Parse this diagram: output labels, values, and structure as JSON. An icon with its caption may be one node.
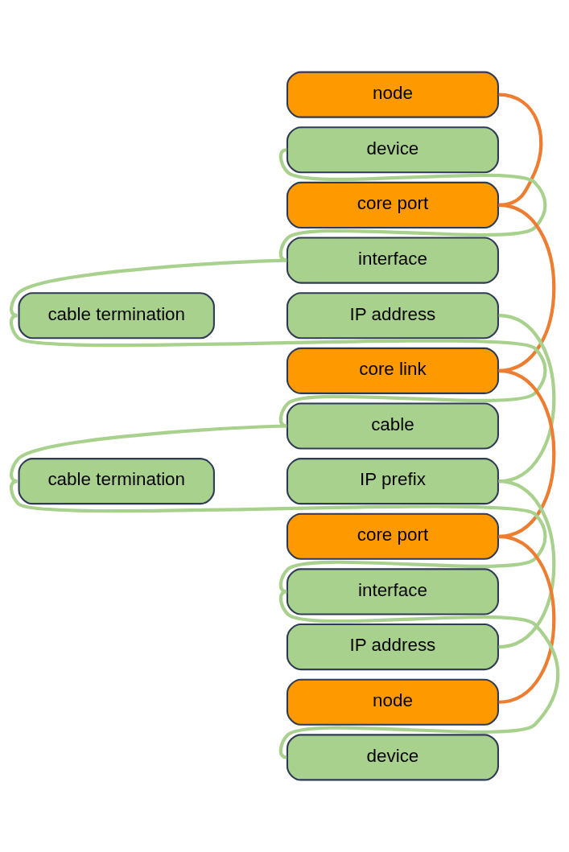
{
  "diagram": {
    "nodes": [
      {
        "text": [
          "node"
        ]
      },
      {
        "text": [
          "device"
        ]
      },
      {
        "text": [
          "core port"
        ]
      },
      {
        "text": [
          "interface"
        ]
      },
      {
        "text": [
          "IP address"
        ]
      },
      {
        "text": [
          "cable termination"
        ]
      },
      {
        "text": [
          "core link"
        ]
      },
      {
        "text": [
          "cable"
        ]
      },
      {
        "text": [
          "IP prefix"
        ]
      },
      {
        "text": [
          "cable termination"
        ]
      },
      {
        "text": [
          "core port"
        ]
      },
      {
        "text": [
          "interface"
        ]
      },
      {
        "text": [
          "IP address"
        ]
      },
      {
        "text": [
          "node"
        ]
      },
      {
        "text": [
          "device"
        ]
      }
    ],
    "edges": [
      {
        "from": 0,
        "to": 2,
        "arrow": "none",
        "color": "#ed7d31"
      },
      {
        "from": 1,
        "to": 3,
        "arrow": "none"
      },
      {
        "from": 2,
        "to": 6,
        "arrow": "none",
        "color": "#ed7d31"
      },
      {
        "from": 3,
        "to": 5,
        "arrow": "none"
      },
      {
        "from": 4,
        "to": 8,
        "arrow": "none"
      },
      {
        "from": 5,
        "to": 7,
        "arrow": "none"
      },
      {
        "from": 6,
        "to": 10,
        "arrow": "none",
        "color": "#ed7d31"
      },
      {
        "from": 7,
        "to": 9,
        "arrow": "none"
      },
      {
        "from": 8,
        "to": 12,
        "arrow": "none"
      },
      {
        "from": 9,
        "to": 11,
        "arrow": "none"
      },
      {
        "from": 10,
        "to": 13,
        "arrow": "none",
        "color": "#ed7d31"
      },
      {
        "from": 11,
        "to": 14,
        "arrow": "none"
      }
    ]
  }
}
